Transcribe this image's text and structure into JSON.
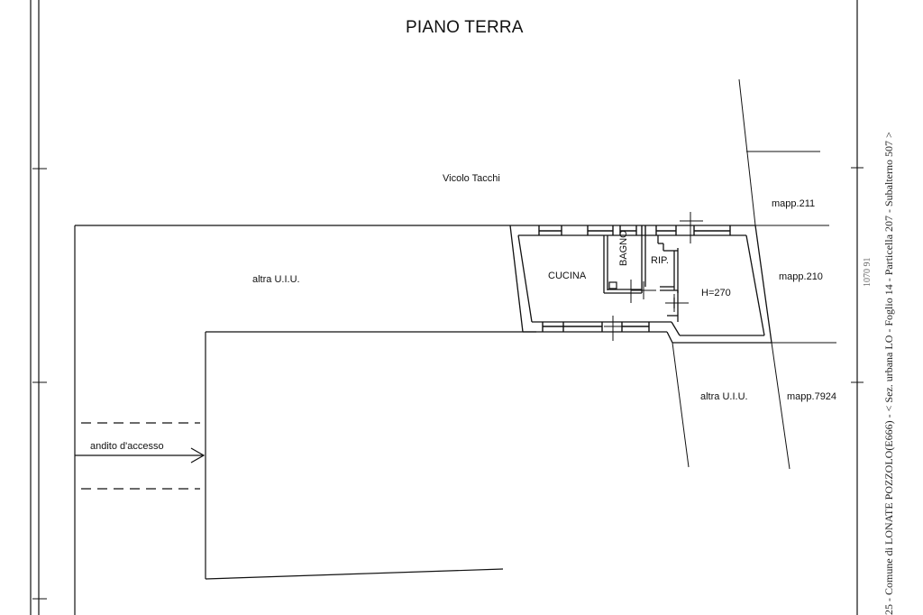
{
  "plan": {
    "title": "PIANO TERRA",
    "street": "Vicolo Tacchi",
    "rooms": {
      "kitchen": "CUCINA",
      "bathroom": "BAGNO",
      "storage": "RIP.",
      "height": "H=270"
    },
    "neighbors": {
      "left": "altra U.I.U.",
      "bottom_right": "altra U.I.U."
    },
    "parcels": {
      "p211": "mapp.211",
      "p210": "mapp.210",
      "p7924": "mapp.7924"
    },
    "access": "andito d'accesso"
  },
  "margin_note": {
    "cadastral": "25 - Comune di LONATE POZZOLO(E666) - < Sez. urbana LO - Foglio 14 - Particella 207 - Subalterno 507 >",
    "faint_mark": "1070 91"
  }
}
